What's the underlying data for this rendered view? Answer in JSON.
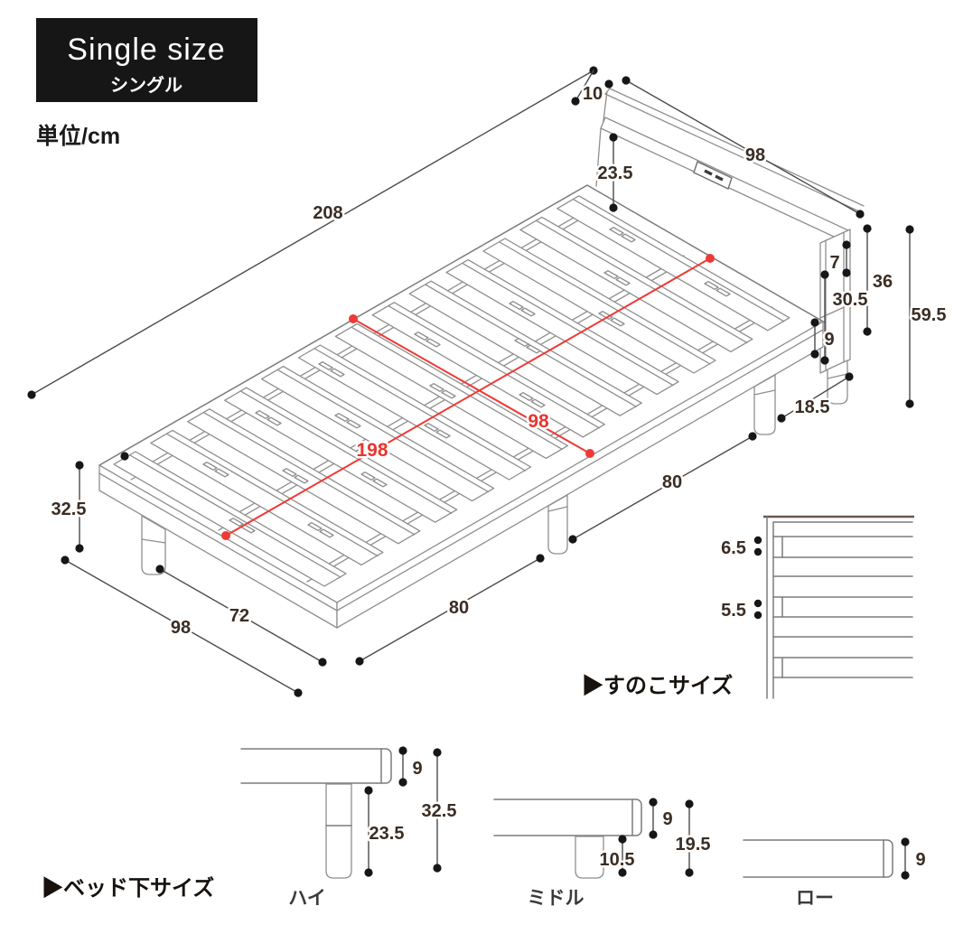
{
  "header": {
    "size_label_en": "Single size",
    "size_label_ja": "シングル",
    "unit_label": "単位/cm"
  },
  "bed": {
    "total_length": "208",
    "headboard_shelf_depth": "10",
    "headboard_width": "98",
    "shelf_clearance_height": "23.5",
    "shelf_board_height": "7",
    "headboard_panel_height": "36",
    "under_shelf_clearance": "30.5",
    "total_height": "59.5",
    "side_rail_height": "9",
    "headboard_unit_depth": "18.5",
    "slat_area_length": "198",
    "slat_area_width": "98",
    "leg_span_head_side": "80",
    "leg_span_foot_side": "80",
    "leg_inset_span": "72",
    "frame_width": "98",
    "frame_top_height": "32.5"
  },
  "sunoko": {
    "section_title": "▶すのこサイズ",
    "slat_width": "6.5",
    "slat_gap": "5.5"
  },
  "under_bed": {
    "section_title": "▶ベッド下サイズ",
    "high": {
      "label": "ハイ",
      "rail_height": "9",
      "leg_height": "23.5",
      "total_height": "32.5"
    },
    "middle": {
      "label": "ミドル",
      "rail_height": "9",
      "leg_height": "10.5",
      "total_height": "19.5"
    },
    "low": {
      "label": "ロー",
      "rail_height": "9"
    }
  },
  "colors": {
    "accent_red": "#ee3a34",
    "dimension_line": "#4b4b4b",
    "artwork_line": "#8e8e8e",
    "header_bg": "#161616",
    "text": "#3a2d24"
  }
}
